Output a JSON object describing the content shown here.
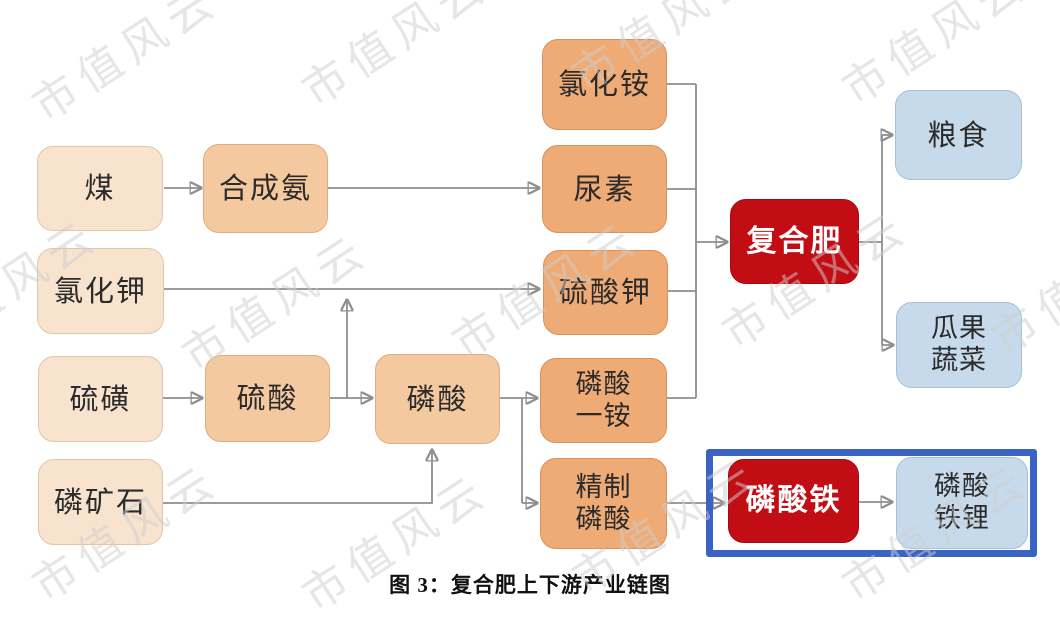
{
  "caption": "图 3：复合肥上下游产业链图",
  "watermark": "市值风云",
  "colors": {
    "t1_fill": "#f8e3cf",
    "t1_border": "#e3c5aa",
    "t2_fill": "#f4c99f",
    "t2_border": "#deae81",
    "t3_fill": "#efab76",
    "t3_border": "#da9157",
    "red_fill": "#c20d15",
    "red_border": "#a50a10",
    "blue_fill": "#c7daec",
    "blue_border": "#a4c0da",
    "highlight": "#3a63c4",
    "line": "#8e8e8e",
    "text_dark": "#2b2b2b",
    "text_light": "#ffffff",
    "caption": "#111111",
    "watermark": "rgba(205,205,205,0.5)"
  },
  "nodes": {
    "coal": "煤",
    "potassium_chloride": "氯化钾",
    "sulfur": "硫磺",
    "phosphate_rock": "磷矿石",
    "synthetic_ammonia": "合成氨",
    "sulfuric_acid": "硫酸",
    "phosphoric_acid": "磷酸",
    "ammonium_chloride": "氯化铵",
    "urea": "尿素",
    "potassium_sulfate": "硫酸钾",
    "monoammonium_phosphate": "磷酸\n一铵",
    "refined_phosphoric_acid": "精制\n磷酸",
    "compound_fertilizer": "复合肥",
    "iron_phosphate": "磷酸铁",
    "grain": "粮食",
    "fruits_vegetables": "瓜果\n蔬菜",
    "lithium_iron_phosphate": "磷酸\n铁锂"
  }
}
